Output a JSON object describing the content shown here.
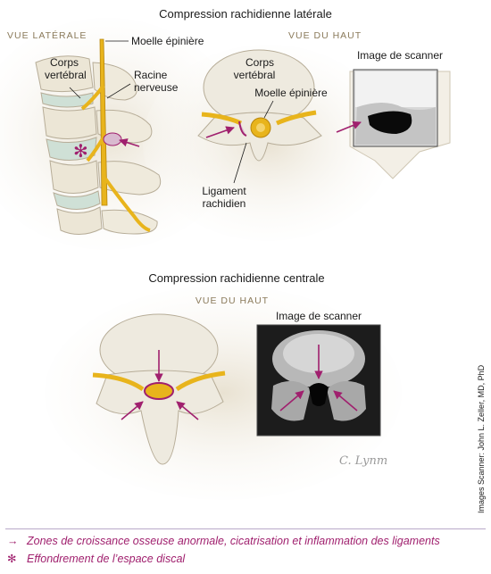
{
  "top": {
    "title": "Compression rachidienne latérale",
    "view_lateral": "VUE LATÉRALE",
    "view_top": "VUE DU HAUT",
    "labels": {
      "moelle_epiniere": "Moelle épinière",
      "corps": "Corps",
      "vertebral": "vertébral",
      "racine": "Racine",
      "nerveuse": "nerveuse",
      "corps2": "Corps",
      "vertebral2": "vertébral",
      "moelle2": "Moelle épinière",
      "ligament": "Ligament",
      "rachidien": "rachidien"
    },
    "scan_title": "Image de scanner"
  },
  "bottom": {
    "title": "Compression rachidienne centrale",
    "view_top": "VUE DU HAUT",
    "scan_title": "Image de scanner"
  },
  "credit": "Images Scanner: John L. Zeller, MD, PhD",
  "signature": "C. Lynm",
  "legend": {
    "arrow_text": "Zones de croissance osseuse anormale, cicatrisation et inflammation des ligaments",
    "asterisk_text": "Effondrement de l’espace discal"
  },
  "colors": {
    "accent": "#a0206e",
    "nerve": "#e8b41c",
    "bone": "#eeeadf"
  }
}
